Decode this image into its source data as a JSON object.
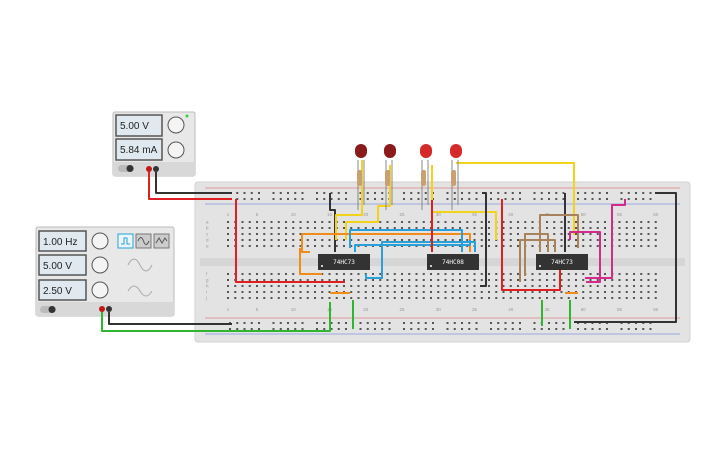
{
  "power_supply": {
    "voltage": "5.00 V",
    "current": "5.84 mA",
    "led_color": "#3ecf3e"
  },
  "function_generator": {
    "frequency": "1.00 Hz",
    "amplitude": "5.00 V",
    "offset": "2.50 V",
    "waveforms": [
      "square-wave-icon",
      "sine-wave-icon",
      "triangle-wave-icon"
    ],
    "selected_waveform": "square"
  },
  "chips": [
    {
      "label": "74HC73"
    },
    {
      "label": "74HC08"
    },
    {
      "label": "74HC73"
    }
  ],
  "breadboard": {
    "column_numbers": [
      "1",
      "5",
      "10",
      "15",
      "20",
      "25",
      "30",
      "35",
      "40",
      "45",
      "50",
      "55",
      "60"
    ],
    "rows_top": [
      "a",
      "b",
      "c",
      "d",
      "e"
    ],
    "rows_bottom": [
      "f",
      "g",
      "h",
      "i",
      "j"
    ]
  },
  "leds": [
    {
      "color": "#8b1a1a",
      "state": "off"
    },
    {
      "color": "#8b1a1a",
      "state": "off"
    },
    {
      "color": "#d42a2a",
      "state": "on"
    },
    {
      "color": "#d42a2a",
      "state": "on"
    }
  ],
  "wire_colors": {
    "red": "#e02020",
    "black": "#333333",
    "green": "#2fb52f",
    "orange": "#f08c1a",
    "blue": "#2aa0d8",
    "yellow": "#f2d21a",
    "brown": "#a8825a",
    "magenta": "#d42a8c"
  }
}
